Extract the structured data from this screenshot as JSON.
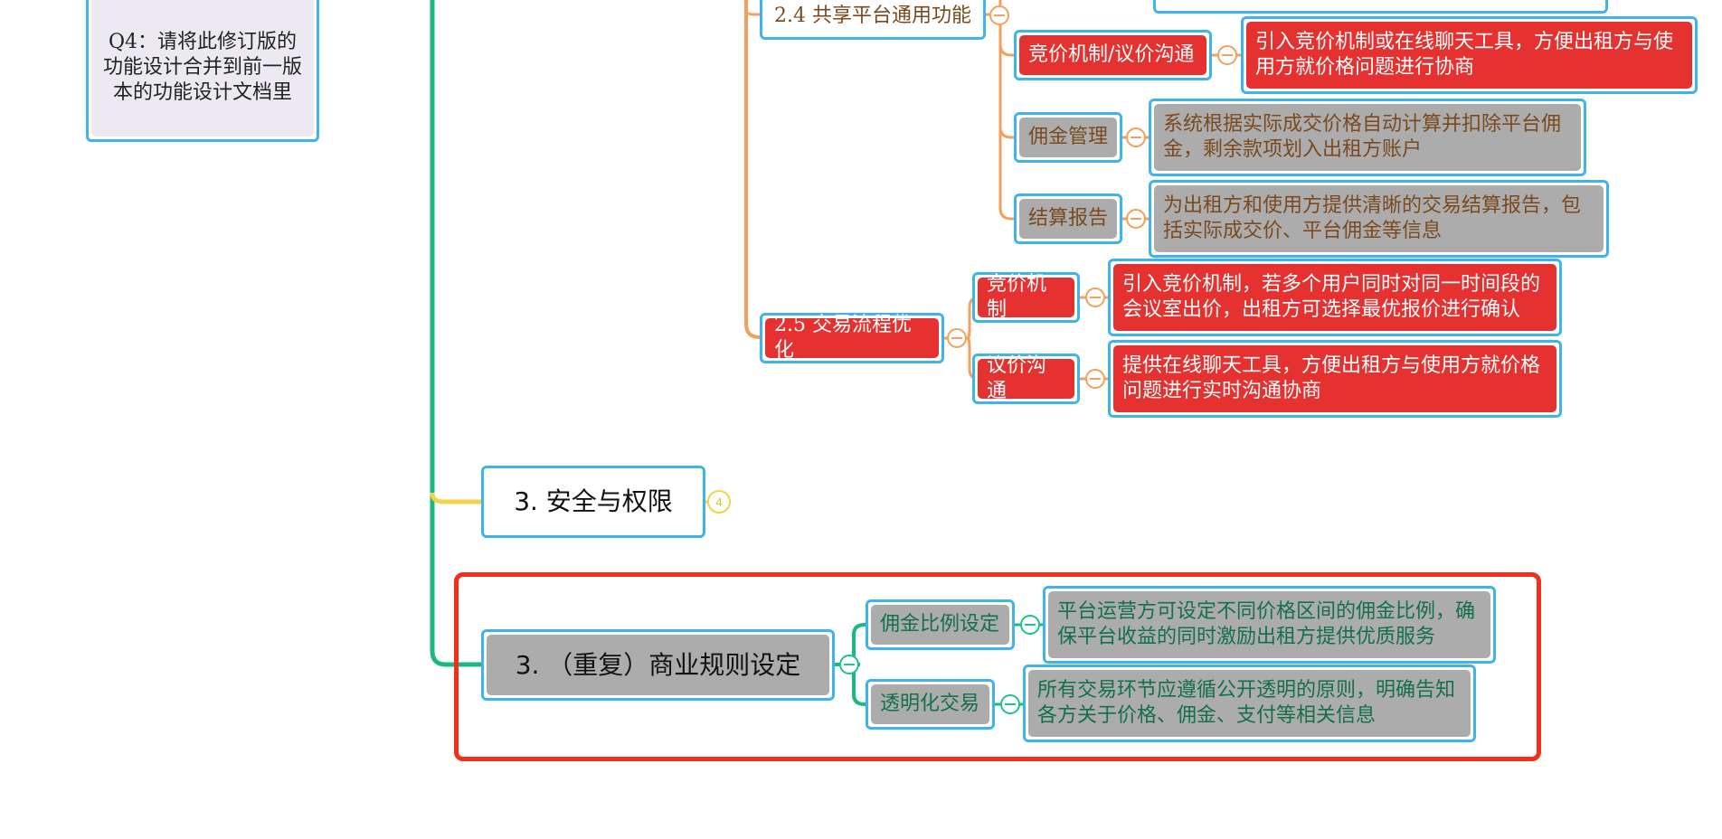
{
  "question_note": "Q4：请将此修订版的功能设计合并到前一版本的功能设计文档里",
  "section_2_4": {
    "label": "2.4 共享平台通用功能",
    "children": [
      {
        "label": "竞价机制/议价沟通",
        "detail": "引入竞价机制或在线聊天工具，方便出租方与使用方就价格问题进行协商"
      },
      {
        "label": "佣金管理",
        "detail": "系统根据实际成交价格自动计算并扣除平台佣金，剩余款项划入出租方账户"
      },
      {
        "label": "结算报告",
        "detail": "为出租方和使用方提供清晰的交易结算报告，包括实际成交价、平台佣金等信息"
      }
    ]
  },
  "section_2_5": {
    "label": "2.5 交易流程优化",
    "children": [
      {
        "label": "竞价机制",
        "detail": "引入竞价机制，若多个用户同时对同一时间段的会议室出价，出租方可选择最优报价进行确认"
      },
      {
        "label": "议价沟通",
        "detail": "提供在线聊天工具，方便出租方与使用方就价格问题进行实时沟通协商"
      }
    ]
  },
  "section_3": {
    "label": "3. 安全与权限",
    "collapsed_count": "4"
  },
  "section_3_dup": {
    "label": "3. （重复）商业规则设定",
    "children": [
      {
        "label": "佣金比例设定",
        "detail": "平台运营方可设定不同价格区间的佣金比例，确保平台收益的同时激励出租方提供优质服务"
      },
      {
        "label": "透明化交易",
        "detail": "所有交易环节应遵循公开透明的原则，明确告知各方关于价格、佣金、支付等相关信息"
      }
    ]
  },
  "colors": {
    "trunk": "#1aba7f",
    "branch_orange": "#f2a05a",
    "branch_yellow": "#f3d34a",
    "node_border": "#3fb4ec",
    "red_fill": "#e5312f",
    "grey_fill": "#acacac",
    "highlight_frame": "#f0301d"
  }
}
